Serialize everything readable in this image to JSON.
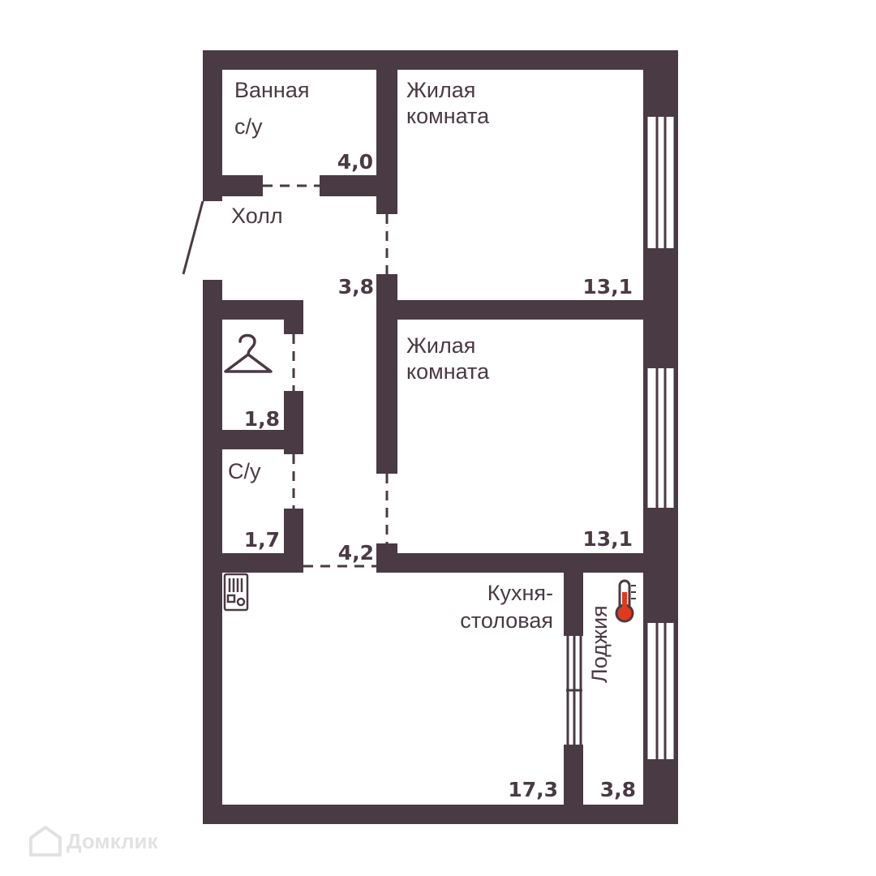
{
  "rooms": {
    "bathroom": {
      "name": "Ванная",
      "name2": "с/у",
      "area": "4,0"
    },
    "living1": {
      "name": "Жилая",
      "name2": "комната",
      "area": "13,1"
    },
    "hall": {
      "name": "Холл",
      "area": "3,8"
    },
    "wardrobe": {
      "area": "1,8"
    },
    "wc": {
      "name": "С/у",
      "area": "1,7"
    },
    "corridor": {
      "area": "4,2"
    },
    "living2": {
      "name": "Жилая",
      "name2": "комната",
      "area": "13,1"
    },
    "kitchen": {
      "name": "Кухня-",
      "name2": "столовая",
      "area": "17,3"
    },
    "loggia": {
      "name": "Лоджия",
      "area": "3,8"
    }
  },
  "icons": [
    "hanger-icon",
    "stove-icon",
    "thermometer-icon"
  ],
  "colors": {
    "wall": "#4a3a44",
    "text": "#4a3a44",
    "accent": "#e03a1e"
  },
  "watermark": "Домклик"
}
